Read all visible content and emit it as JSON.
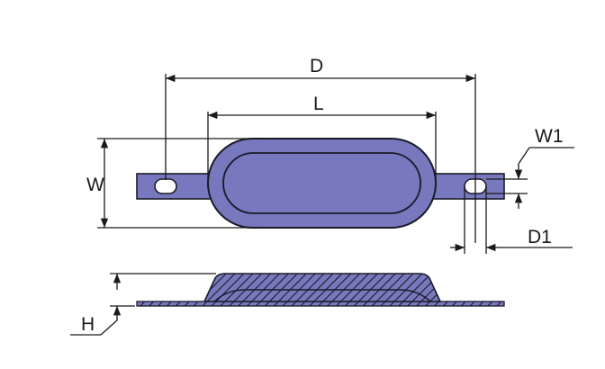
{
  "labels": {
    "D": "D",
    "L": "L",
    "W": "W",
    "W1": "W1",
    "D1": "D1",
    "H": "H"
  },
  "colors": {
    "body_fill": "#7778bd",
    "body_stroke": "#1b1b2a",
    "line": "#1a1a1a",
    "slot_fill": "#ffffff"
  }
}
